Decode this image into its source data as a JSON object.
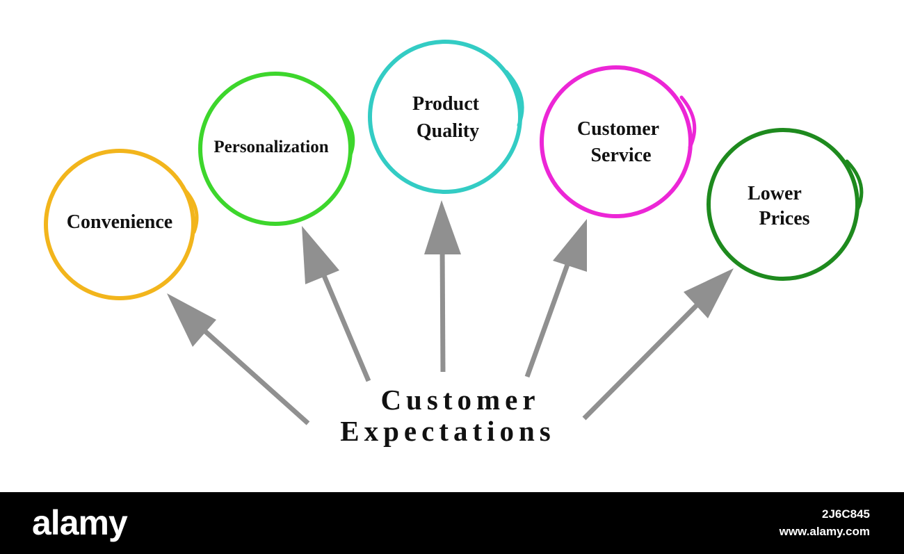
{
  "diagram": {
    "center": {
      "line1": "Customer",
      "line2": "Expectations"
    },
    "arrow_color": "#909090",
    "nodes": [
      {
        "lines": [
          "Convenience"
        ],
        "color": "#f2b51c"
      },
      {
        "lines": [
          "Personalization"
        ],
        "color": "#3dd62c"
      },
      {
        "lines": [
          "Product",
          "Quality"
        ],
        "color": "#33ccc4"
      },
      {
        "lines": [
          "Customer",
          "Service"
        ],
        "color": "#ec26d6"
      },
      {
        "lines": [
          "Lower",
          "Prices"
        ],
        "color": "#1e8a1e"
      }
    ]
  },
  "footer": {
    "logo": "alamy",
    "image_id": "2J6C845",
    "url": "www.alamy.com"
  }
}
